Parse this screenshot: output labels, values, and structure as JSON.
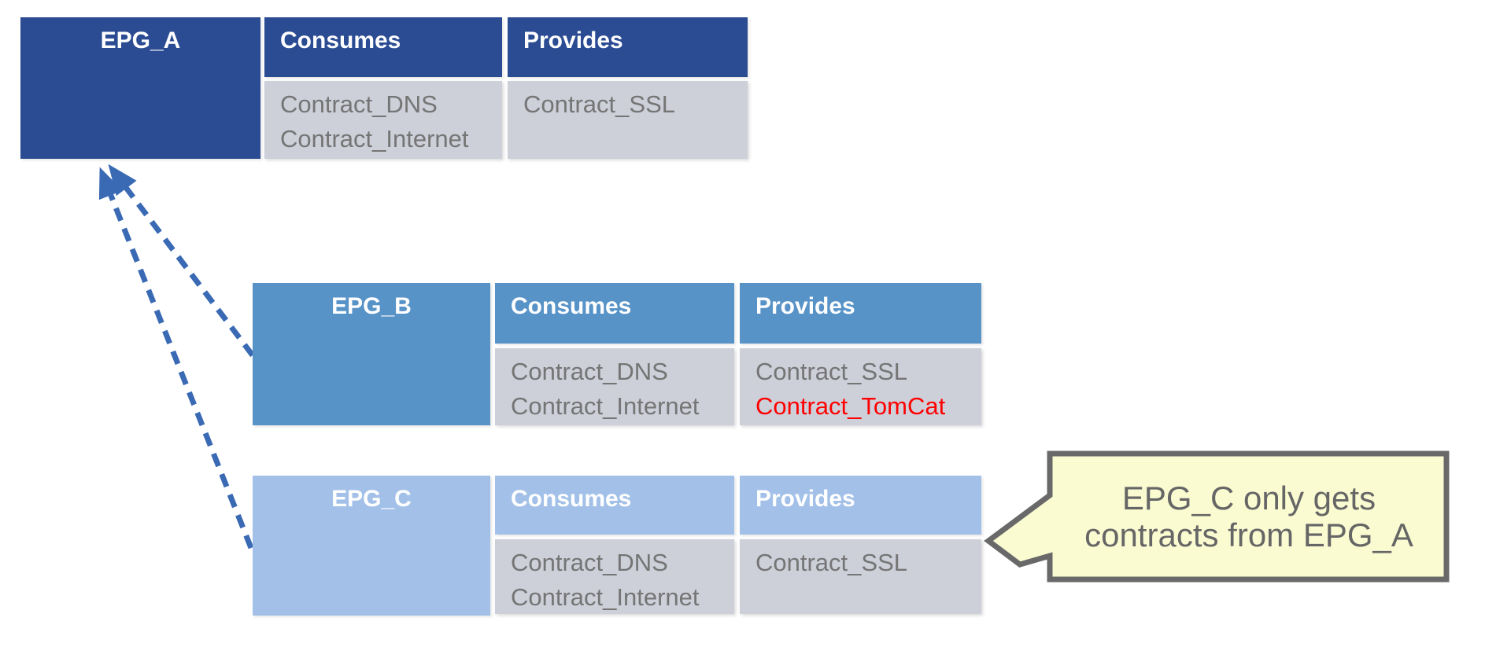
{
  "groups": [
    {
      "name": "EPG_A",
      "consumes_header": "Consumes",
      "provides_header": "Provides",
      "consumes": [
        "Contract_DNS",
        "Contract_Internet"
      ],
      "provides": [
        "Contract_SSL"
      ]
    },
    {
      "name": "EPG_B",
      "consumes_header": "Consumes",
      "provides_header": "Provides",
      "consumes": [
        "Contract_DNS",
        "Contract_Internet"
      ],
      "provides": [
        "Contract_SSL",
        "Contract_TomCat"
      ],
      "highlighted_provide": "Contract_TomCat"
    },
    {
      "name": "EPG_C",
      "consumes_header": "Consumes",
      "provides_header": "Provides",
      "consumes": [
        "Contract_DNS",
        "Contract_Internet"
      ],
      "provides": [
        "Contract_SSL"
      ]
    }
  ],
  "callout": {
    "line1": "EPG_C only gets",
    "line2": "contracts from EPG_A"
  },
  "arrows": [
    {
      "from": "EPG_B",
      "to": "EPG_A",
      "style": "dashed"
    },
    {
      "from": "EPG_C",
      "to": "EPG_A",
      "style": "dashed"
    }
  ],
  "colors": {
    "epg_a_fill": "#2B4C93",
    "epg_b_fill": "#5893C8",
    "epg_c_fill": "#A3C1E8",
    "cell_fill": "#CDCFD9",
    "header_text": "#FFFFFF",
    "body_text": "#757575",
    "highlight_text": "#FF0000",
    "arrow_stroke": "#3A6AB4",
    "callout_fill": "#FBFBD2",
    "callout_border": "#696969",
    "callout_text": "#666666"
  }
}
